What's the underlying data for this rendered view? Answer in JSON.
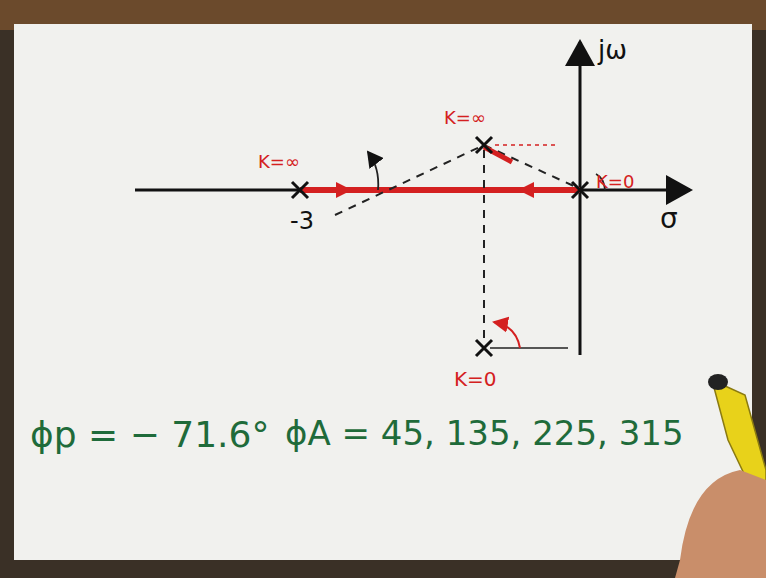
{
  "diagram": {
    "labels": [
      "jω",
      "σ",
      "K=∞",
      "K=∞",
      "K=0",
      "K=0",
      "-3",
      "ϕp = − 71.6°",
      "ϕA = 45, 135, 225, 315"
    ]
  }
}
